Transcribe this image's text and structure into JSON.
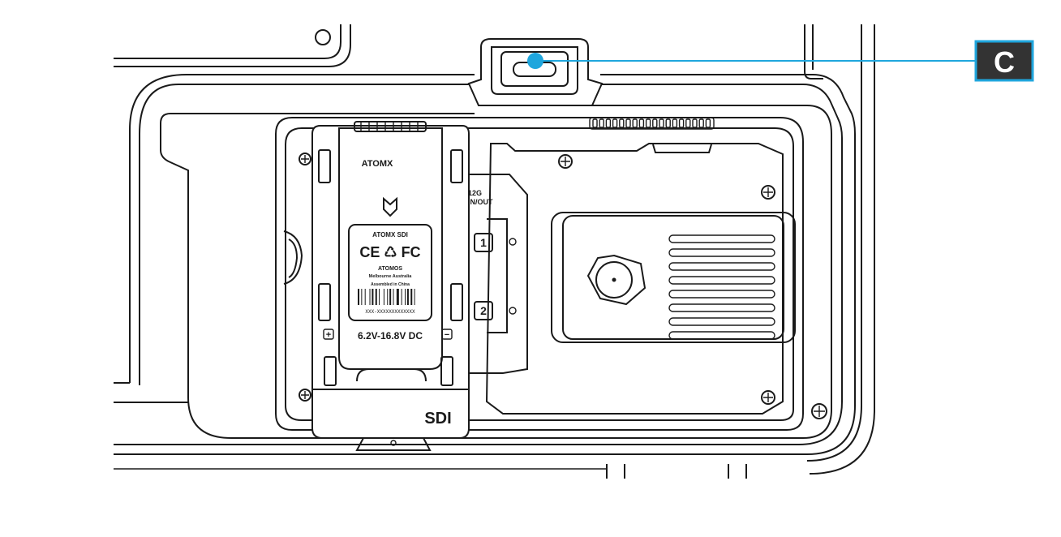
{
  "callout": {
    "letter": "C",
    "accent": "#1fa6dd",
    "badge_bg": "#333333",
    "badge_text": "#ffffff"
  },
  "plate": {
    "brand": "ATOMX",
    "model": "ATOMX SDI",
    "maker": "ATOMOS",
    "location": "Melbourne Australia",
    "assembled": "Assembled in China",
    "marks": "CE ♺ FC",
    "serial": "XXX-XXXXXXXXXXXXX",
    "voltage": "6.2V-16.8V DC",
    "plus": "+",
    "minus": "−"
  },
  "module_label": "SDI",
  "ports": {
    "header_line1": "12G",
    "header_line2": "IN/OUT",
    "port1": "1",
    "port2": "2"
  }
}
